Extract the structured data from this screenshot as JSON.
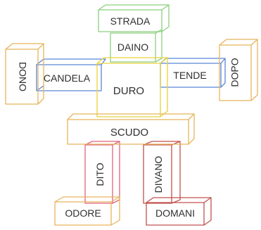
{
  "blocks": {
    "strada": {
      "label": "STRADA",
      "color": "#8ccf7e"
    },
    "daino": {
      "label": "DAINO",
      "color": "#8ccf7e"
    },
    "candela": {
      "label": "CANDELA",
      "color": "#5b86d6"
    },
    "duro": {
      "label": "DURO",
      "color": "#e6d23c"
    },
    "tende": {
      "label": "TENDE",
      "color": "#5b86d6"
    },
    "dono": {
      "label": "DONO",
      "color": "#e8b45a"
    },
    "dopo": {
      "label": "DOPO",
      "color": "#e8b45a"
    },
    "scudo": {
      "label": "SCUDO",
      "color": "#e8b45a"
    },
    "dito": {
      "label": "DITO",
      "color": "#e0607e"
    },
    "divano": {
      "label": "DIVANO",
      "color": "#c0504d"
    },
    "odore": {
      "label": "ODORE",
      "color": "#e8b45a"
    },
    "domani": {
      "label": "DOMANI",
      "color": "#c0504d"
    }
  }
}
